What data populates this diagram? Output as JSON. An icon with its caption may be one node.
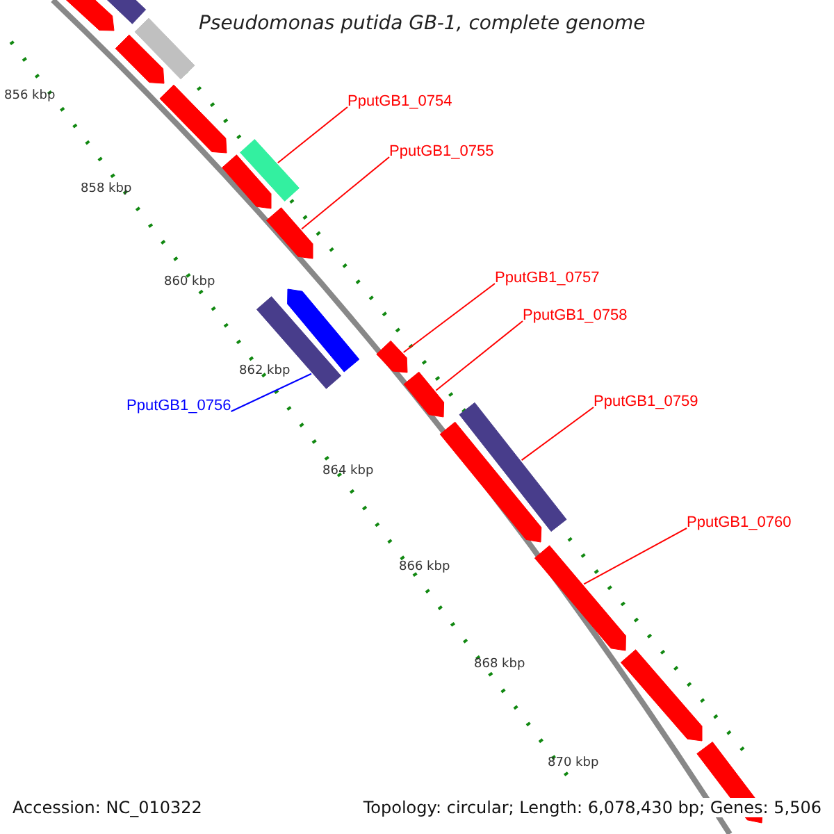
{
  "diagram": {
    "title": "Pseudomonas putida GB-1, complete genome",
    "nodes": [
      {
        "text": [],
        "shape": "arrow"
      },
      {
        "text": [],
        "shape": "bar"
      },
      {
        "text": [],
        "shape": "arrow"
      },
      {
        "text": [],
        "shape": "bar"
      },
      {
        "text": [],
        "shape": "arrow"
      },
      {
        "text": [
          "PputGB1_0754"
        ]
      },
      {
        "text": [],
        "shape": "bar"
      },
      {
        "text": [],
        "shape": "arrow"
      },
      {
        "text": [
          "PputGB1_0755"
        ]
      },
      {
        "text": [],
        "shape": "arrow"
      },
      {
        "text": [],
        "shape": "arrow"
      },
      {
        "text": [],
        "shape": "bar"
      },
      {
        "text": [
          "PputGB1_0757"
        ]
      },
      {
        "text": [],
        "shape": "arrow"
      },
      {
        "text": [
          "PputGB1_0758"
        ]
      },
      {
        "text": [],
        "shape": "arrow"
      },
      {
        "text": [
          "PputGB1_0756"
        ]
      },
      {
        "text": [
          "PputGB1_0759"
        ]
      },
      {
        "text": [],
        "shape": "bar"
      },
      {
        "text": [],
        "shape": "arrow"
      },
      {
        "text": [
          "PputGB1_0760"
        ]
      },
      {
        "text": [],
        "shape": "arrow"
      },
      {
        "text": [],
        "shape": "arrow"
      },
      {
        "text": [],
        "shape": "arrow"
      }
    ],
    "edges": [
      {
        "from": 5,
        "to": 6,
        "arrow": "none"
      },
      {
        "from": 8,
        "to": 9,
        "arrow": "none"
      },
      {
        "from": 12,
        "to": 13,
        "arrow": "none"
      },
      {
        "from": 14,
        "to": 15,
        "arrow": "none"
      },
      {
        "from": 16,
        "to": 11,
        "arrow": "none",
        "color": "#0000ff"
      },
      {
        "from": 17,
        "to": 18,
        "arrow": "none"
      },
      {
        "from": 20,
        "to": 21,
        "arrow": "none"
      }
    ],
    "labels": [
      "856 kbp",
      "858 kbp",
      "860 kbp",
      "862 kbp",
      "864 kbp",
      "866 kbp",
      "868 kbp",
      "870 kbp",
      "Accession: NC_010322",
      "Topology: circular; Length: 6,078,430 bp; Genes: 5,506"
    ]
  }
}
